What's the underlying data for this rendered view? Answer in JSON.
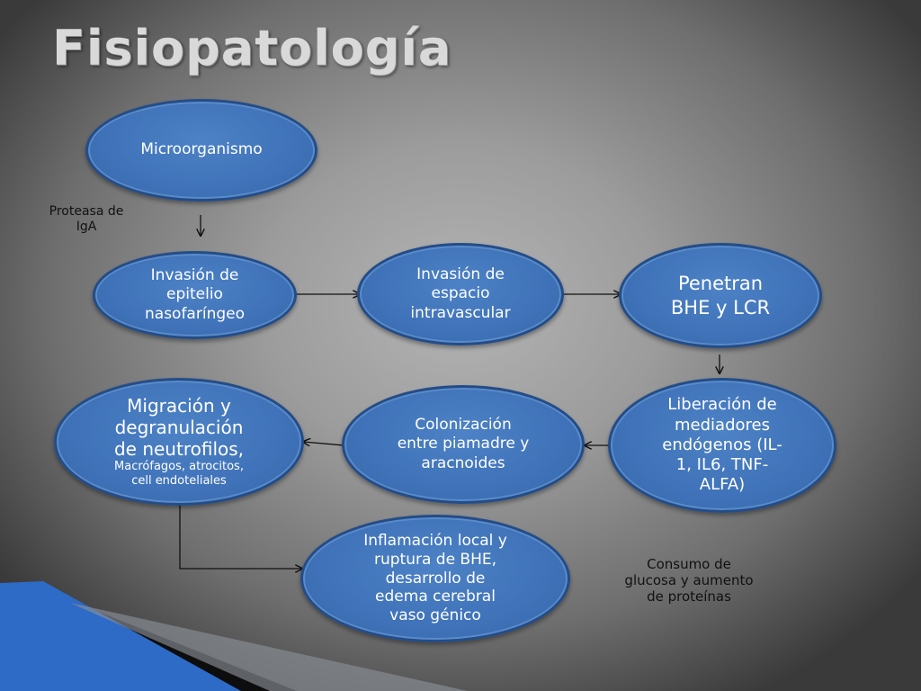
{
  "slide": {
    "title": "Fisiopatología"
  },
  "nodes": {
    "microorganismo": {
      "lines": [
        "Microorganismo"
      ]
    },
    "invasion_epitelio": {
      "lines": [
        "Invasión de",
        "epitelio",
        "nasofaríngeo"
      ]
    },
    "invasion_espacio": {
      "lines": [
        "Invasión de",
        "espacio",
        "intravascular"
      ]
    },
    "penetran": {
      "lines": [
        "Penetran",
        "BHE y LCR"
      ]
    },
    "liberacion": {
      "lines": [
        "Liberación de",
        "mediadores",
        "endógenos (IL-",
        "1, IL6, TNF-",
        "ALFA)"
      ]
    },
    "colonizacion": {
      "lines": [
        "Colonización",
        "entre piamadre y",
        "aracnoides"
      ]
    },
    "migracion": {
      "lines": [
        "Migración y",
        "degranulación",
        "de neutrofilos,"
      ],
      "sub_lines": [
        "Macrófagos, atrocitos,",
        "cell endoteliales"
      ]
    },
    "inflamacion": {
      "lines": [
        "Inflamación local y",
        "ruptura de BHE,",
        "desarrollo de",
        "edema cerebral",
        "vaso génico"
      ]
    }
  },
  "notes": {
    "proteasa": {
      "lines": [
        "Proteasa de",
        "IgA"
      ]
    },
    "consumo": {
      "lines": [
        "Consumo de",
        "glucosa y aumento",
        "de proteínas"
      ]
    }
  },
  "colors": {
    "node_fill": "#3f72b8",
    "node_border": "#244d87",
    "accent_blue": "#2e6bc7",
    "title": "#d9d9d9"
  }
}
